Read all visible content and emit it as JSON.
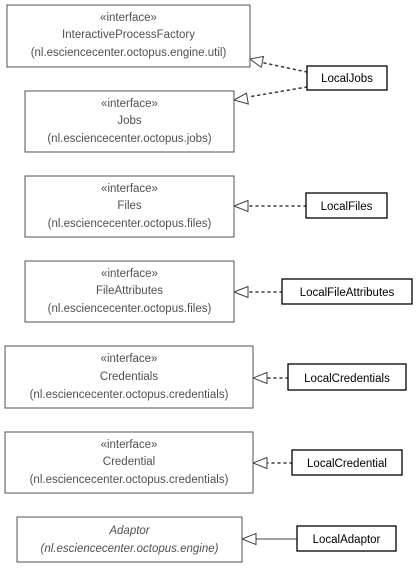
{
  "interfaces": [
    {
      "id": "interactive-process-factory",
      "stereotype": "«interface»",
      "name": "InteractiveProcessFactory",
      "package": "(nl.esciencecenter.octopus.engine.util)"
    },
    {
      "id": "jobs",
      "stereotype": "«interface»",
      "name": "Jobs",
      "package": "(nl.esciencecenter.octopus.jobs)"
    },
    {
      "id": "files",
      "stereotype": "«interface»",
      "name": "Files",
      "package": "(nl.esciencecenter.octopus.files)"
    },
    {
      "id": "file-attributes",
      "stereotype": "«interface»",
      "name": "FileAttributes",
      "package": "(nl.esciencecenter.octopus.files)"
    },
    {
      "id": "credentials",
      "stereotype": "«interface»",
      "name": "Credentials",
      "package": "(nl.esciencecenter.octopus.credentials)"
    },
    {
      "id": "credential",
      "stereotype": "«interface»",
      "name": "Credential",
      "package": "(nl.esciencecenter.octopus.credentials)"
    },
    {
      "id": "adaptor",
      "stereotype": "",
      "name": "Adaptor",
      "package": "(nl.esciencecenter.octopus.engine)",
      "abstract": true
    }
  ],
  "classes": [
    {
      "id": "local-jobs",
      "name": "LocalJobs"
    },
    {
      "id": "local-files",
      "name": "LocalFiles"
    },
    {
      "id": "local-file-attributes",
      "name": "LocalFileAttributes"
    },
    {
      "id": "local-credentials",
      "name": "LocalCredentials"
    },
    {
      "id": "local-credential",
      "name": "LocalCredential"
    },
    {
      "id": "local-adaptor",
      "name": "LocalAdaptor"
    }
  ],
  "relations": [
    {
      "from": "local-jobs",
      "to": "interactive-process-factory",
      "kind": "realization"
    },
    {
      "from": "local-jobs",
      "to": "jobs",
      "kind": "realization"
    },
    {
      "from": "local-files",
      "to": "files",
      "kind": "realization"
    },
    {
      "from": "local-file-attributes",
      "to": "file-attributes",
      "kind": "realization"
    },
    {
      "from": "local-credentials",
      "to": "credentials",
      "kind": "realization"
    },
    {
      "from": "local-credential",
      "to": "credential",
      "kind": "realization"
    },
    {
      "from": "local-adaptor",
      "to": "adaptor",
      "kind": "generalization"
    }
  ]
}
